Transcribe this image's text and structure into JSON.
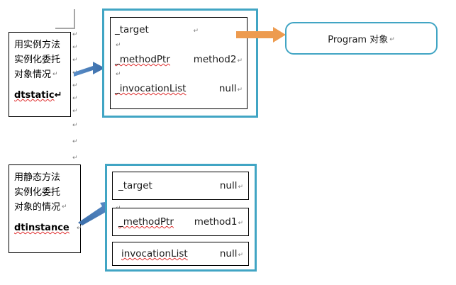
{
  "document": {
    "title": "Delegate object diagram",
    "colors": {
      "teal": "#41A5C4",
      "blue_arrow": "#4F81BD",
      "orange_arrow": "#ED9B4F",
      "spell_error": "#E03030",
      "margin_mark": "#A6A6A6",
      "text": "#1A1A1A"
    },
    "symbols": {
      "paragraph_return": "↵"
    }
  },
  "sections": {
    "top": {
      "note": {
        "name": "instance-method-note",
        "lines": [
          "用实例方法",
          "实例化委托",
          "对象情况"
        ],
        "emphasis": "dtstatic",
        "return_mark": "↵"
      },
      "object_box": {
        "name": "delegate-object-static",
        "fields": [
          {
            "field": "_target",
            "value": "",
            "return_mark": "↵",
            "spelling_error": false
          },
          {
            "field": "_methodPtr",
            "value": "method2",
            "return_mark": "↵",
            "spelling_error": true
          },
          {
            "field": "_invocationList",
            "value": "null",
            "return_mark": "↵",
            "spelling_error": true
          }
        ],
        "inter_row_marks": [
          "↵",
          "↵"
        ]
      },
      "target_box": {
        "name": "program-object",
        "label": "Program 对象",
        "return_mark": "↵"
      }
    },
    "bottom": {
      "note": {
        "name": "static-method-note",
        "lines": [
          "用静态方法",
          "实例化委托",
          "对象的情况"
        ],
        "emphasis": "dtinstance",
        "return_mark": "↵"
      },
      "object_box": {
        "name": "delegate-object-instance",
        "fields": [
          {
            "field": "_target",
            "value": "null",
            "return_mark": "↵",
            "spelling_error": false
          },
          {
            "field": "_methodPtr",
            "value": "method1",
            "return_mark": "↵",
            "spelling_error": true
          },
          {
            "field": "invocationList",
            "value": "null",
            "return_mark": "↵",
            "spelling_error": true
          }
        ]
      }
    }
  },
  "gutter_marks": {
    "right_of_top_note": [
      "↵",
      "↵",
      "↵",
      "↵",
      "↵",
      "↵",
      "↵"
    ],
    "between_sections": [
      "↵",
      "↵",
      "↵"
    ],
    "right_of_bottom_note": [
      "↵",
      "↵"
    ]
  },
  "arrows": [
    {
      "name": "arrow-note-to-static-delegate",
      "color": "#4F81BD",
      "direction": "right"
    },
    {
      "name": "arrow-delegate-to-program",
      "color": "#ED9B4F",
      "direction": "right"
    },
    {
      "name": "arrow-note-to-instance-delegate",
      "color": "#4F81BD",
      "direction": "up-right"
    }
  ]
}
